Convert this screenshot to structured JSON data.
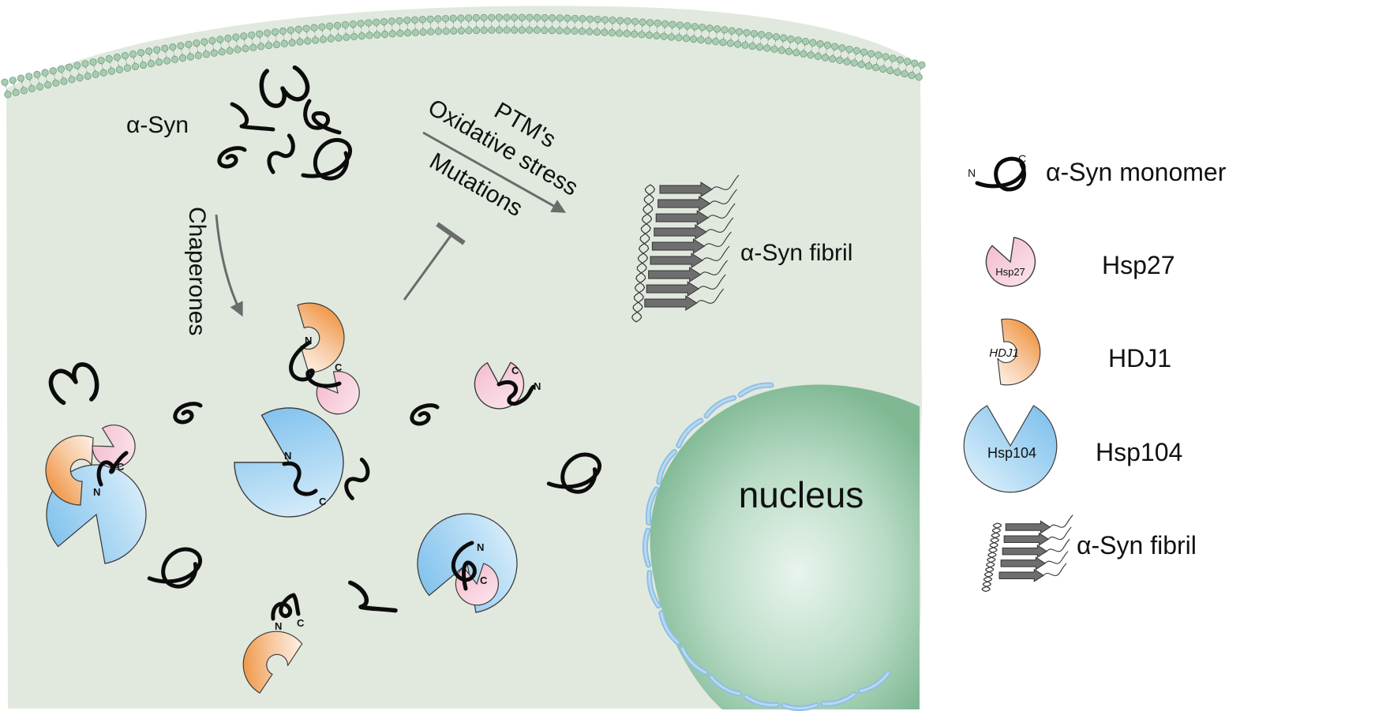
{
  "cell": {
    "asyn_label": "α-Syn",
    "chaperones_label": "Chaperones",
    "ptm_label": "PTM's",
    "oxidative_label": "Oxidative stress",
    "mutations_label": "Mutations",
    "fibril_label": "α-Syn fibril",
    "nucleus_label": "nucleus",
    "terminal_n": "N",
    "terminal_c": "C"
  },
  "legend": {
    "items": [
      {
        "label": "α-Syn monomer",
        "icon": "asyn-monomer-icon"
      },
      {
        "label": "Hsp27",
        "icon_text": "Hsp27",
        "icon": "hsp27-icon"
      },
      {
        "label": "HDJ1",
        "icon_text": "HDJ1",
        "icon": "hdj1-icon"
      },
      {
        "label": "Hsp104",
        "icon_text": "Hsp104",
        "icon": "hsp104-icon"
      },
      {
        "label": "α-Syn fibril",
        "icon": "asyn-fibril-icon"
      }
    ]
  },
  "colors": {
    "cytoplasm": "#e1e9df",
    "membrane": "#8fb89a",
    "nucleus": "#8cc3a2",
    "nuclear_envelope": "#9cc4e6",
    "hdj1": "#f08a2c",
    "hsp27": "#f5c7d6",
    "hsp104": "#86c4ec",
    "arrow": "#6b6b6b"
  }
}
